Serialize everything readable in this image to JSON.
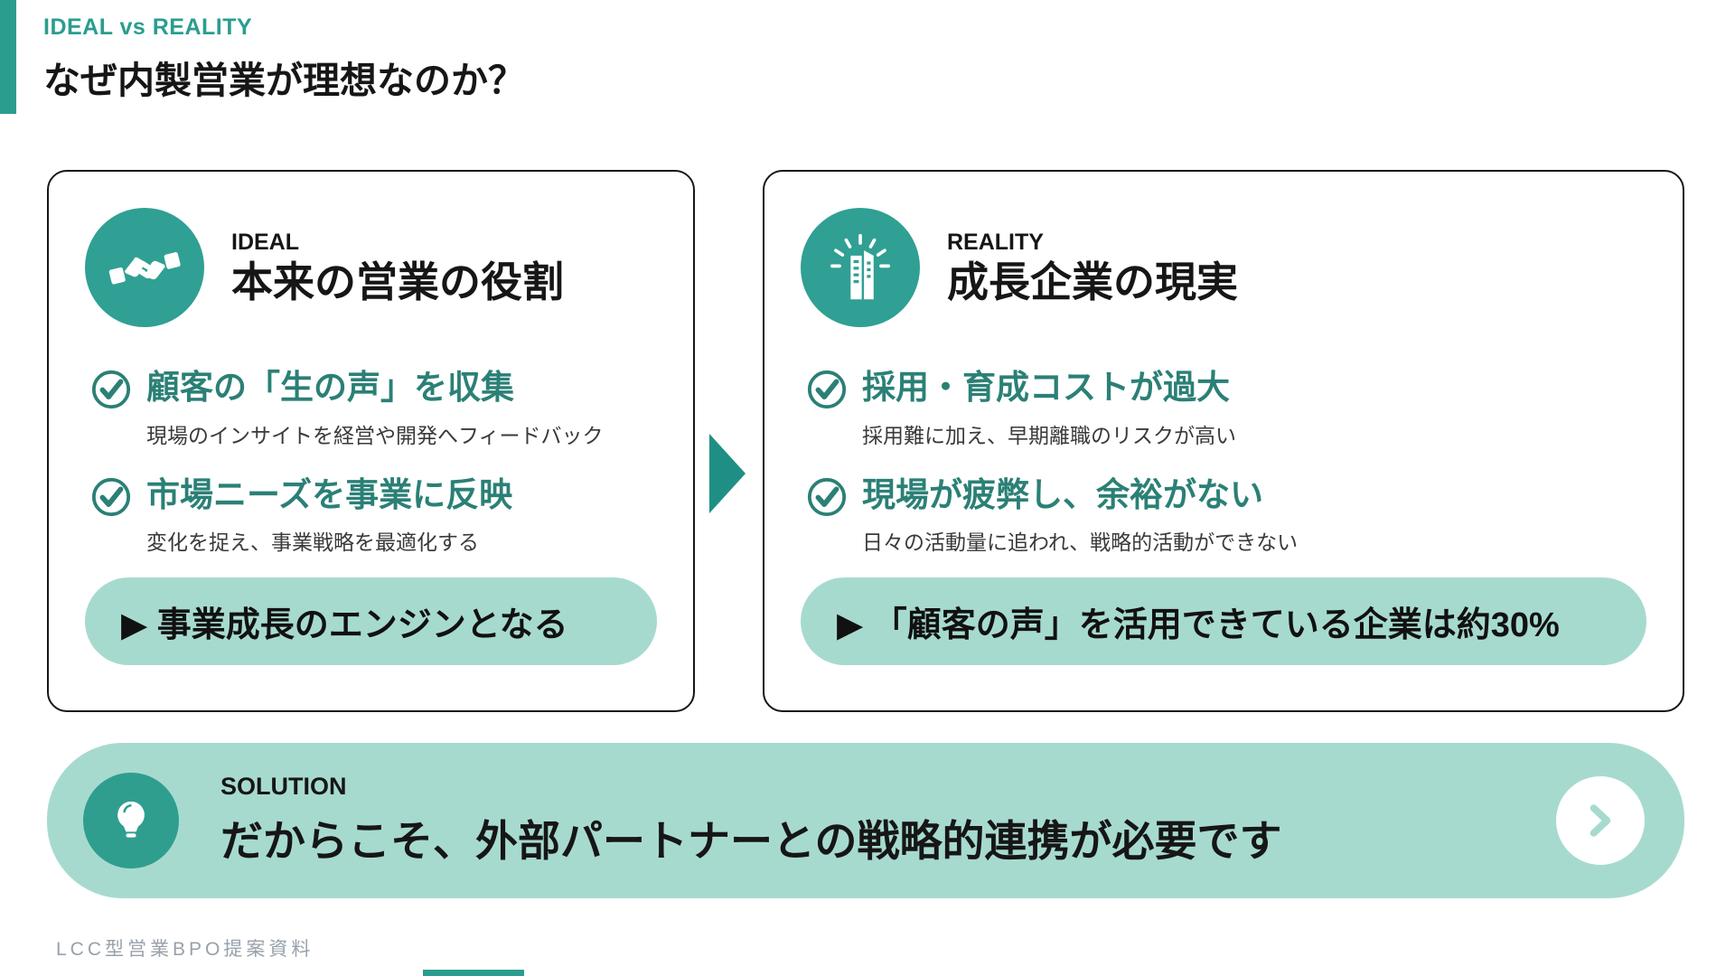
{
  "colors": {
    "teal": "#2a9d8f",
    "teal_dark": "#2b8076",
    "mint": "#a7dacf",
    "text_black": "#161616",
    "subtext_gray": "#3a3a3a",
    "footer_gray": "#98a1ab"
  },
  "header": {
    "eyebrow": "IDEAL vs REALITY",
    "title": "なぜ内製営業が理想なのか？"
  },
  "cards": [
    {
      "label": "IDEAL",
      "heading": "本来の営業の役割",
      "icon": "handshake-icon",
      "items": [
        {
          "title": "顧客の「生の声」を収集",
          "desc": "現場のインサイトを経営や開発へフィードバック"
        },
        {
          "title": "市場ニーズを事業に反映",
          "desc": "変化を捉え、事業戦略を最適化する"
        }
      ],
      "conclusion": "▶ 事業成長のエンジンとなる"
    },
    {
      "label": "REALITY",
      "heading": "成長企業の現実",
      "icon": "building-icon",
      "items": [
        {
          "title": "採用・育成コストが過大",
          "desc": "採用難に加え、早期離職のリスクが高い"
        },
        {
          "title": "現場が疲弊し、余裕がない",
          "desc": "日々の活動量に追われ、戦略的活動ができない"
        }
      ],
      "conclusion": "▶ 「顧客の声」を活用できている企業は約30%"
    }
  ],
  "solution": {
    "label": "SOLUTION",
    "heading": "だからこそ、外部パートナーとの戦略的連携が必要です"
  },
  "footer": {
    "text": "LCC型営業BPO提案資料"
  }
}
